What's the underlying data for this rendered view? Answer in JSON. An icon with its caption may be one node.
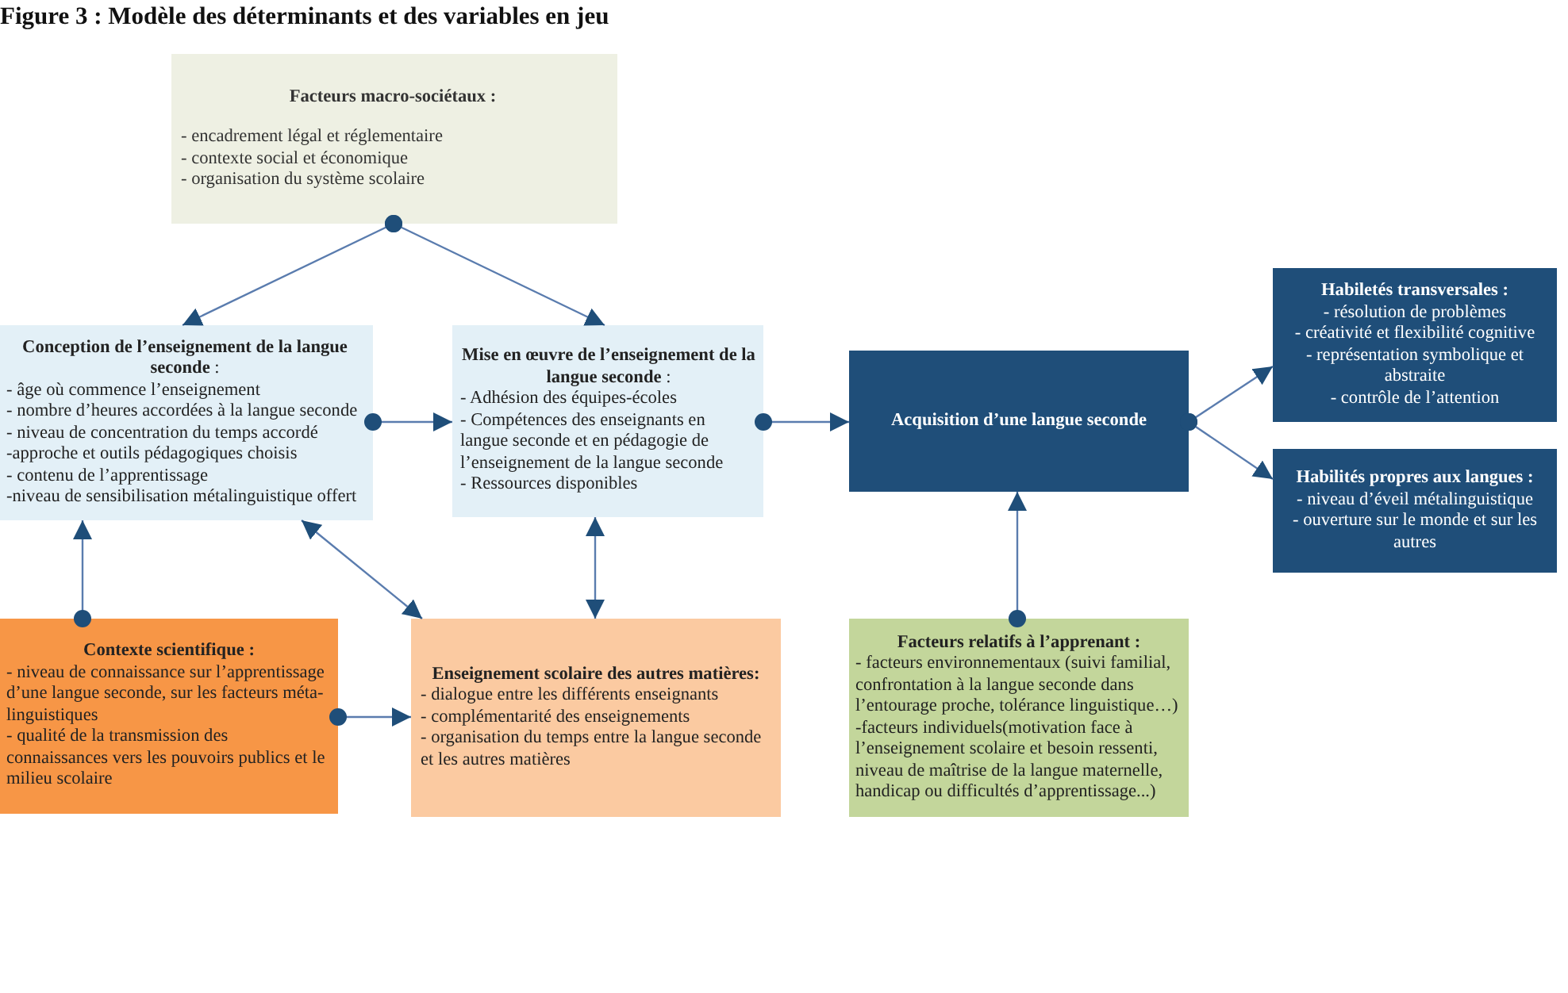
{
  "diagram": {
    "title": "Figure 3 : Modèle des déterminants et des variables en jeu",
    "nodes": [
      {
        "text": [
          "Facteurs macro-sociétaux :",
          "- encadrement légal et réglementaire",
          "- contexte social et économique",
          "- organisation du système scolaire"
        ]
      },
      {
        "text": [
          "**Conception de l’enseignement de la langue seconde** :",
          "- âge où commence l’enseignement",
          "- nombre d’heures accordées à la langue seconde",
          "- niveau de concentration du temps accordé",
          "-approche et outils pédagogiques choisis",
          "- contenu de l’apprentissage",
          "-niveau de sensibilisation métalinguistique offert"
        ]
      },
      {
        "text": [
          "**Mise en œuvre de l’enseignement de la langue seconde** :",
          "- Adhésion des équipes-écoles",
          "- Compétences des enseignants en langue seconde et en pédagogie de l’enseignement de la langue seconde",
          "- Ressources disponibles"
        ]
      },
      {
        "text": [
          "Acquisition d’une langue seconde"
        ]
      },
      {
        "text": [
          "Habiletés transversales :",
          "- résolution de problèmes",
          "- créativité et flexibilité cognitive",
          "- représentation symbolique et abstraite",
          "- contrôle de l’attention"
        ]
      },
      {
        "text": [
          "Habilités propres aux langues :",
          "- niveau d’éveil métalinguistique",
          "- ouverture sur le monde et sur les autres"
        ]
      },
      {
        "text": [
          "Contexte scientifique :",
          "- niveau de connaissance sur l’apprentissage d’une langue seconde, sur les facteurs méta-linguistiques",
          "- qualité de la transmission des connaissances vers les pouvoirs publics et le milieu scolaire"
        ]
      },
      {
        "text": [
          "Enseignement scolaire des autres matières:",
          "- dialogue entre les différents enseignants",
          "- complémentarité des enseignements",
          "- organisation du temps entre la langue seconde et les autres matières"
        ]
      },
      {
        "text": [
          "Facteurs relatifs à l’apprenant :",
          "- facteurs environnementaux (suivi familial, confrontation à la langue seconde dans l’entourage proche, tolérance linguistique…)",
          "-facteurs individuels(motivation face à l’enseignement scolaire et besoin ressenti, niveau de maîtrise de la langue maternelle, handicap ou difficultés d’apprentissage...)"
        ]
      }
    ],
    "edges": [
      {
        "from": 0,
        "to": 1,
        "arrow": "to"
      },
      {
        "from": 0,
        "to": 2,
        "arrow": "to"
      },
      {
        "from": 1,
        "to": 2,
        "arrow": "to"
      },
      {
        "from": 2,
        "to": 3,
        "arrow": "to"
      },
      {
        "from": 3,
        "to": 4,
        "arrow": "to"
      },
      {
        "from": 3,
        "to": 5,
        "arrow": "to"
      },
      {
        "from": 6,
        "to": 1,
        "arrow": "to"
      },
      {
        "from": 1,
        "to": 7,
        "arrow": "both"
      },
      {
        "from": 2,
        "to": 7,
        "arrow": "both"
      },
      {
        "from": 6,
        "to": 7,
        "arrow": "to"
      },
      {
        "from": 8,
        "to": 3,
        "arrow": "to"
      }
    ]
  }
}
